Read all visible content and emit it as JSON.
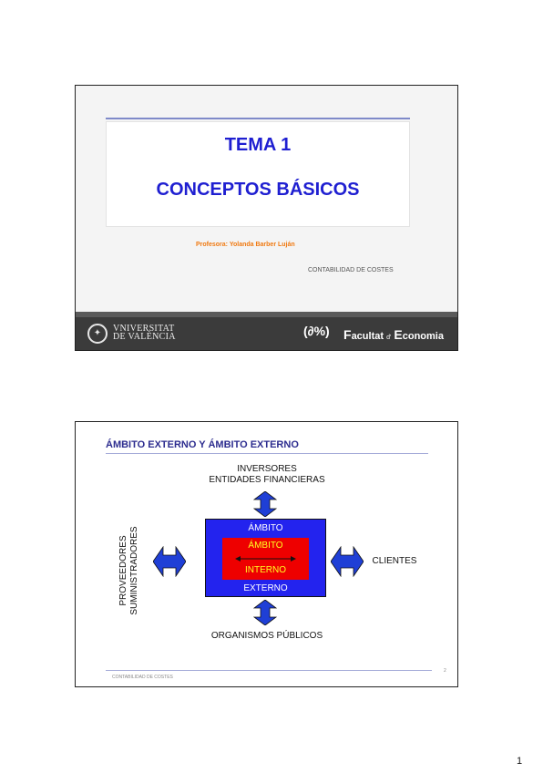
{
  "slide1": {
    "title": "TEMA 1",
    "subtitle": "CONCEPTOS BÁSICOS",
    "professor": "Profesora:  Yolanda Barber Luján",
    "subject": "CONTABILIDAD DE COSTES",
    "footer": {
      "university_line1": "VNIVERSITAT",
      "university_line2": "DE VALÈNCIA",
      "faculty_symbol": "(∂%)",
      "faculty_word1": "acultat",
      "faculty_word1_initial": "F",
      "faculty_connector": "d'",
      "faculty_word2": "conomia",
      "faculty_word2_initial": "E"
    }
  },
  "slide2": {
    "title": "ÁMBITO EXTERNO Y ÁMBITO EXTERNO",
    "top_line1": "INVERSORES",
    "top_line2": "ENTIDADES FINANCIERAS",
    "left_line1": "PROVEEDORES",
    "left_line2": "SUMINISTRADORES",
    "right": "CLIENTES",
    "bottom": "ORGANISMOS PÚBLICOS",
    "outer_top": "ÁMBITO",
    "outer_bottom": "EXTERNO",
    "inner_top": "ÁMBITO",
    "inner_bottom": "INTERNO",
    "footer": "CONTABILIDAD DE COSTES",
    "page_number": "2"
  },
  "page_number": "1",
  "colors": {
    "title_blue": "#1f1fd1",
    "professor_orange": "#f07a12",
    "outer_box": "#2323ee",
    "inner_box": "#ee0000",
    "inner_text": "#ffff22",
    "arrow_blue": "#1f3fd6"
  }
}
